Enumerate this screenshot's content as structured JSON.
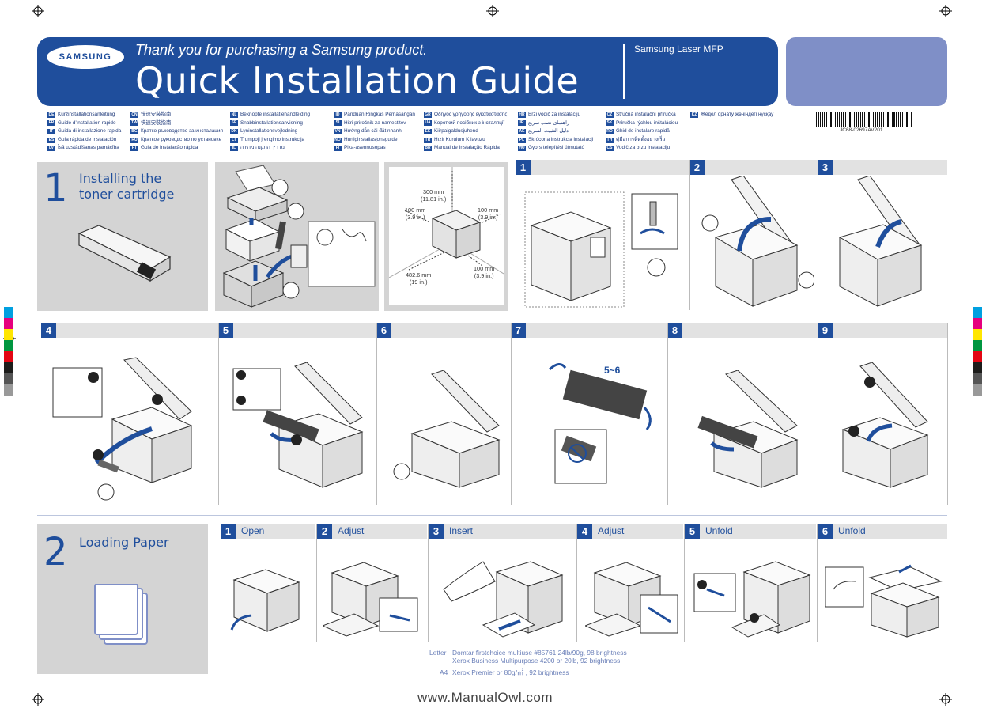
{
  "header": {
    "brand": "SAMSUNG",
    "thanks": "Thank you for purchasing a Samsung product.",
    "title": "Quick Installation Guide",
    "model": "Samsung Laser MFP"
  },
  "languages": {
    "col1": [
      {
        "code": "DE",
        "label": "Kurzinstallationsanleitung"
      },
      {
        "code": "FR",
        "label": "Guide d’installation rapide"
      },
      {
        "code": "IT",
        "label": "Guida di installazione rapida"
      },
      {
        "code": "ES",
        "label": "Guía rápida de instalación"
      },
      {
        "code": "LV",
        "label": "Īsā uzstādīšanas pamācība"
      }
    ],
    "col2": [
      {
        "code": "CN",
        "label": "快速安装指南"
      },
      {
        "code": "TW",
        "label": "快速安裝指南"
      },
      {
        "code": "BG",
        "label": "Кратко ръководство за инсталация"
      },
      {
        "code": "RU",
        "label": "Краткое руководство по установке"
      },
      {
        "code": "PT",
        "label": "Guia de instalação rápida"
      }
    ],
    "col3": [
      {
        "code": "NL",
        "label": "Beknopte installatiehandleiding"
      },
      {
        "code": "SE",
        "label": "Snabbinstallationsanvisning"
      },
      {
        "code": "DK",
        "label": "Lyninstallationsvejledning"
      },
      {
        "code": "LT",
        "label": "Trumpoji įrengimo instrukcija"
      },
      {
        "code": "IL",
        "label": "מדריך התקנה מהירה"
      }
    ],
    "col4": [
      {
        "code": "ID",
        "label": "Panduan Ringkas Pemasangan"
      },
      {
        "code": "SI",
        "label": "Hitri priročnik za namestitev"
      },
      {
        "code": "VN",
        "label": "Hướng dẫn cài đặt nhanh"
      },
      {
        "code": "NO",
        "label": "Hurtiginstallasjonsguide"
      },
      {
        "code": "FI",
        "label": "Pika-asennusopas"
      }
    ],
    "col5": [
      {
        "code": "GR",
        "label": "Οδηγός γρήγορης εγκατάστασης"
      },
      {
        "code": "UA",
        "label": "Короткий посібник з інсталяції"
      },
      {
        "code": "EE",
        "label": "Kiirpaigaldusjuhend"
      },
      {
        "code": "TR",
        "label": "Hızlı Kurulum Kılavuzu"
      },
      {
        "code": "BR",
        "label": "Manual de Instalação Rápida"
      }
    ],
    "col6": [
      {
        "code": "HR",
        "label": "Brzi vodič za instalaciju"
      },
      {
        "code": "IR",
        "label": "راهنمای نصب سریع"
      },
      {
        "code": "AE",
        "label": "دليل التثبيت السريع"
      },
      {
        "code": "PL",
        "label": "Skrócona instrukcja instalacji"
      },
      {
        "code": "HU",
        "label": "Gyors telepítési útmutató"
      }
    ],
    "col7": [
      {
        "code": "CZ",
        "label": "Stručná instalační příručka"
      },
      {
        "code": "SK",
        "label": "Príručka rýchlou inštaláciou"
      },
      {
        "code": "RO",
        "label": "Ghid de instalare rapidă"
      },
      {
        "code": "TH",
        "label": "คู่มือการติดตั้งอย่างเร็ว"
      },
      {
        "code": "CS",
        "label": "Vodič za brzu instalaciju"
      }
    ],
    "col8": [
      {
        "code": "KZ",
        "label": "Жедел орнату жөніндегі нұсқау"
      }
    ]
  },
  "barcode_text": "JC68-02697AV201",
  "section1": {
    "number": "1",
    "title_line1": "Installing the",
    "title_line2": "toner cartridge",
    "clearance": {
      "top": "300 mm",
      "top_in": "(11.81 in.)",
      "left": "100 mm",
      "left_in": "(3.9 in.)",
      "right": "100 mm",
      "right_in": "(3.9 in.)",
      "front": "482.6 mm",
      "front_in": "(19 in.)",
      "back": "100 mm",
      "back_in": "(3.9 in.)"
    },
    "steps": [
      "1",
      "2",
      "3",
      "4",
      "5",
      "6",
      "7",
      "8",
      "9"
    ],
    "shake_label": "5~6"
  },
  "section2": {
    "number": "2",
    "title": "Loading Paper",
    "steps": [
      {
        "num": "1",
        "label": "Open"
      },
      {
        "num": "2",
        "label": "Adjust"
      },
      {
        "num": "3",
        "label": "Insert"
      },
      {
        "num": "4",
        "label": "Adjust"
      },
      {
        "num": "5",
        "label": "Unfold"
      },
      {
        "num": "6",
        "label": "Unfold"
      }
    ],
    "paper": {
      "letter_label": "Letter",
      "letter_line1": "Domtar firstchoice multiuse #85761 24lb/90g, 98 brightness",
      "letter_line2": "Xerox Business Multipurpose 4200 or 20lb, 92 brightness",
      "a4_label": "A4",
      "a4_line": "Xerox Premier or 80g/㎡ , 92 brightness"
    }
  },
  "watermark": "www.ManualOwl.com",
  "colors": {
    "brand_blue": "#1f4e9c",
    "header_right_box": "#7f8fc7",
    "panel_gray": "#d4d4d4",
    "step_bar": "#e2e2e2"
  }
}
